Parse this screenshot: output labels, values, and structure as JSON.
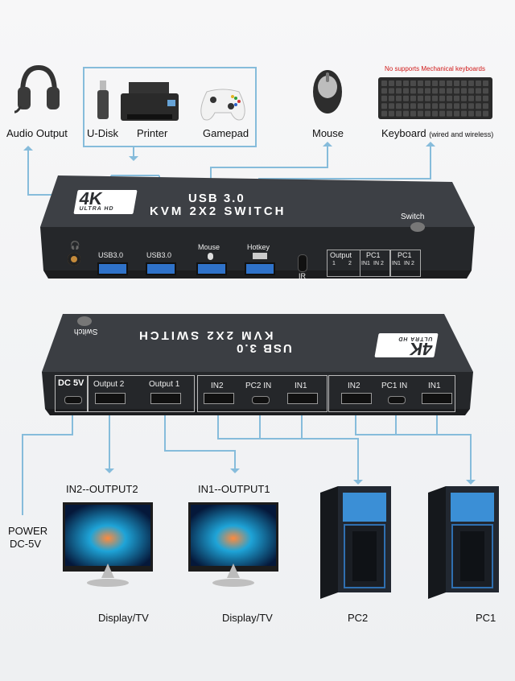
{
  "top": {
    "devices": {
      "audio": "Audio Output",
      "udisk": "U-Disk",
      "printer": "Printer",
      "gamepad": "Gamepad",
      "mouse": "Mouse",
      "keyboard": "Keyboard",
      "keyboard_note": "(wired and wireless)",
      "keyboard_warning": "No supports Mechanical keyboards"
    },
    "box": {
      "logo_big": "4K",
      "logo_small": "ULTRA HD",
      "title_line1": "USB 3.0",
      "title_line2": "KVM 2X2 SWITCH",
      "switch_label": "Switch",
      "ports": {
        "usb_a": "USB3.0",
        "usb_b": "USB3.0",
        "mouse": "Mouse",
        "hotkey": "Hotkey",
        "ir": "IR",
        "output": "Output",
        "out_1": "1",
        "out_2": "2",
        "pc1_a": "PC1",
        "pc1_b": "PC1",
        "in1": "IN1",
        "in2": "IN 2"
      }
    }
  },
  "bottom": {
    "box": {
      "logo_big": "4K",
      "logo_small": "ULTRA HD",
      "title_line1": "USB 3.0",
      "title_line2": "KVM 2X2 SWITCH",
      "switch_label": "Switch",
      "ports": {
        "dc": "DC 5V",
        "output2": "Output 2",
        "output1": "Output 1",
        "in2_a": "IN2",
        "pc2in": "PC2 IN",
        "in1_a": "IN1",
        "in2_b": "IN2",
        "pc1in": "PC1 IN",
        "in1_b": "IN1"
      }
    },
    "labels": {
      "in2_out2": "IN2--OUTPUT2",
      "in1_out1": "IN1--OUTPUT1",
      "power": "POWER",
      "power_v": "DC-5V",
      "display1": "Display/TV",
      "display2": "Display/TV",
      "pc2": "PC2",
      "pc1": "PC1"
    }
  },
  "colors": {
    "wire": "#86bcdb",
    "box": "#2b2d30",
    "usb_blue": "#2f72c9",
    "monitor_bezel": "#1c1c1c",
    "pc_case": "#222831",
    "pc_blue": "#3b8fd6"
  }
}
